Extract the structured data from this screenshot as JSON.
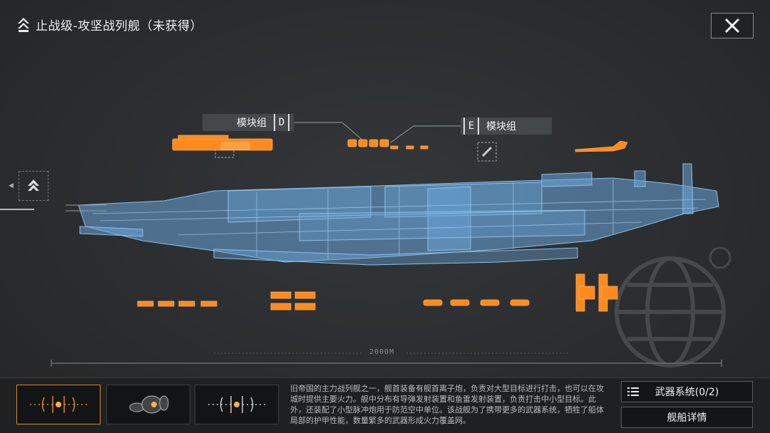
{
  "header": {
    "title": "止战级-攻坚战列舰（未获得）",
    "close_icon": "close-icon"
  },
  "modules": {
    "d": {
      "label": "模块组",
      "letter": "D"
    },
    "e": {
      "label": "模块组",
      "letter": "E"
    }
  },
  "scale": {
    "label": "2000M"
  },
  "description": "旧帝国的主力战列舰之一，舰首装备有舰首离子炮，负责对大型目标进行打击，也可以在攻城时提供主要火力。舰中分布有导弹发射装置和鱼雷发射装置，负责打击中小型目标。此外，还装配了小型脉冲炮用于防范空中单位。该战舰为了携带更多的武器系统，牺牲了船体局部的护甲性能，数量繁多的武器形成火力覆盖网。",
  "buttons": {
    "weapons": "武器系统(0/2)",
    "details": "舰船详情"
  },
  "colors": {
    "background": "#2b2d2f",
    "hull": "#7fb2e0",
    "module": "#ff8a1e",
    "accent": "#e0852b"
  },
  "thumbnails": [
    "front-view",
    "perspective-view",
    "side-view"
  ]
}
